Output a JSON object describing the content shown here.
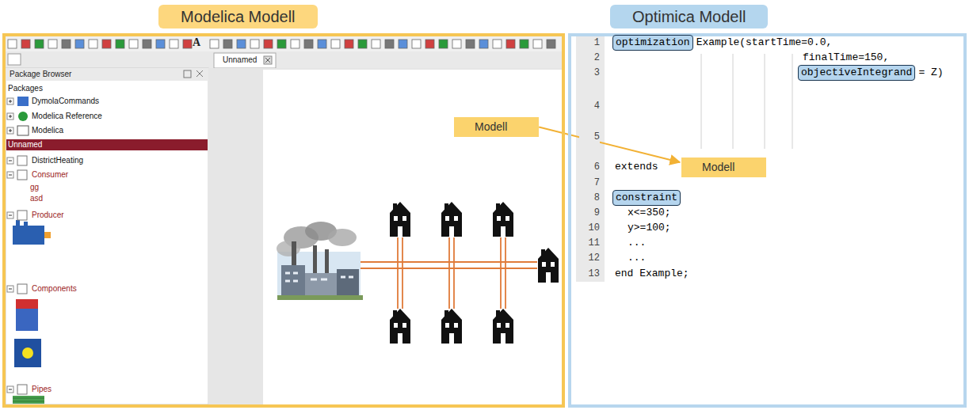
{
  "diagram": {
    "nodes": [
      {
        "text": [
          "Modelica Modell"
        ]
      },
      {
        "text": [
          "Modell"
        ],
        "in": 0
      },
      {
        "text": [
          "Optimica Modell"
        ]
      },
      {
        "text": [
          "optimization"
        ],
        "in": 2
      },
      {
        "text": [
          "objectiveIntegrand"
        ],
        "in": 2
      },
      {
        "text": [
          "Modell"
        ],
        "in": 2
      },
      {
        "text": [
          "constraint"
        ],
        "in": 2
      }
    ],
    "edges": [
      {
        "from": 1,
        "to": 5,
        "arrow": "to"
      }
    ],
    "labels": [
      "A",
      "Unnamed",
      "Package Browser",
      "Packages",
      "DymolaCommands",
      "Modelica Reference",
      "Modelica",
      "Unnamed",
      "DistrictHeating",
      "Consumer",
      "gg",
      "asd",
      "Producer",
      "Components",
      "Pipes",
      "1",
      "2",
      "3",
      "4",
      "5",
      "6",
      "7",
      "8",
      "9",
      "10",
      "11",
      "12",
      "13",
      "Example(startTime=0.0,",
      "finalTime=150,",
      "= Z)",
      "extends",
      "x<=350;",
      "y>=100;",
      "...",
      "...",
      "end Example;"
    ]
  }
}
